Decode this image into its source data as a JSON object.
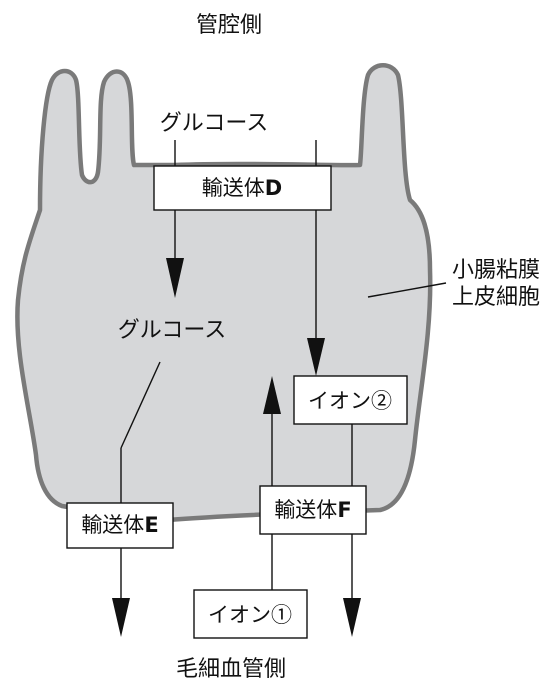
{
  "labels": {
    "lumen_side": "管腔側",
    "capillary_side": "毛細血管側",
    "cell_line1": "小腸粘膜",
    "cell_line2": "上皮細胞",
    "glucose_top": "グルコース",
    "glucose_inner": "グルコース"
  },
  "boxes": {
    "transporter_d": {
      "prefix": "輸送体",
      "letter": "D"
    },
    "transporter_e": {
      "prefix": "輸送体",
      "letter": "E"
    },
    "transporter_f": {
      "prefix": "輸送体",
      "letter": "F"
    },
    "ion_1": "イオン①",
    "ion_2": "イオン②"
  },
  "colors": {
    "cell_fill": "#d6d7d9",
    "cell_outline": "#7a7a7a",
    "ink": "#111111"
  }
}
